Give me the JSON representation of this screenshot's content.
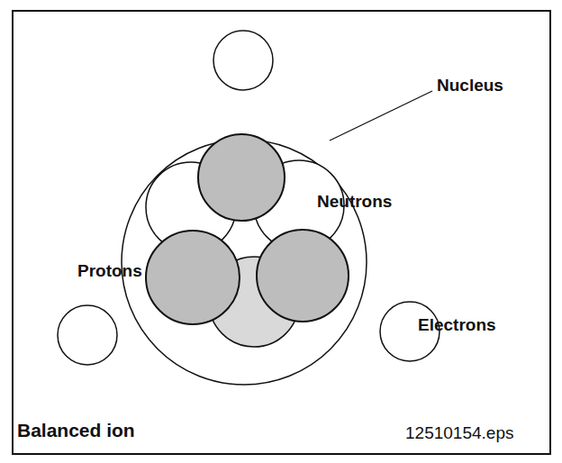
{
  "diagram": {
    "caption": "Balanced ion",
    "labels": [
      "Nucleus",
      "Neutrons",
      "Protons",
      "Electrons",
      "12510154.eps"
    ]
  }
}
